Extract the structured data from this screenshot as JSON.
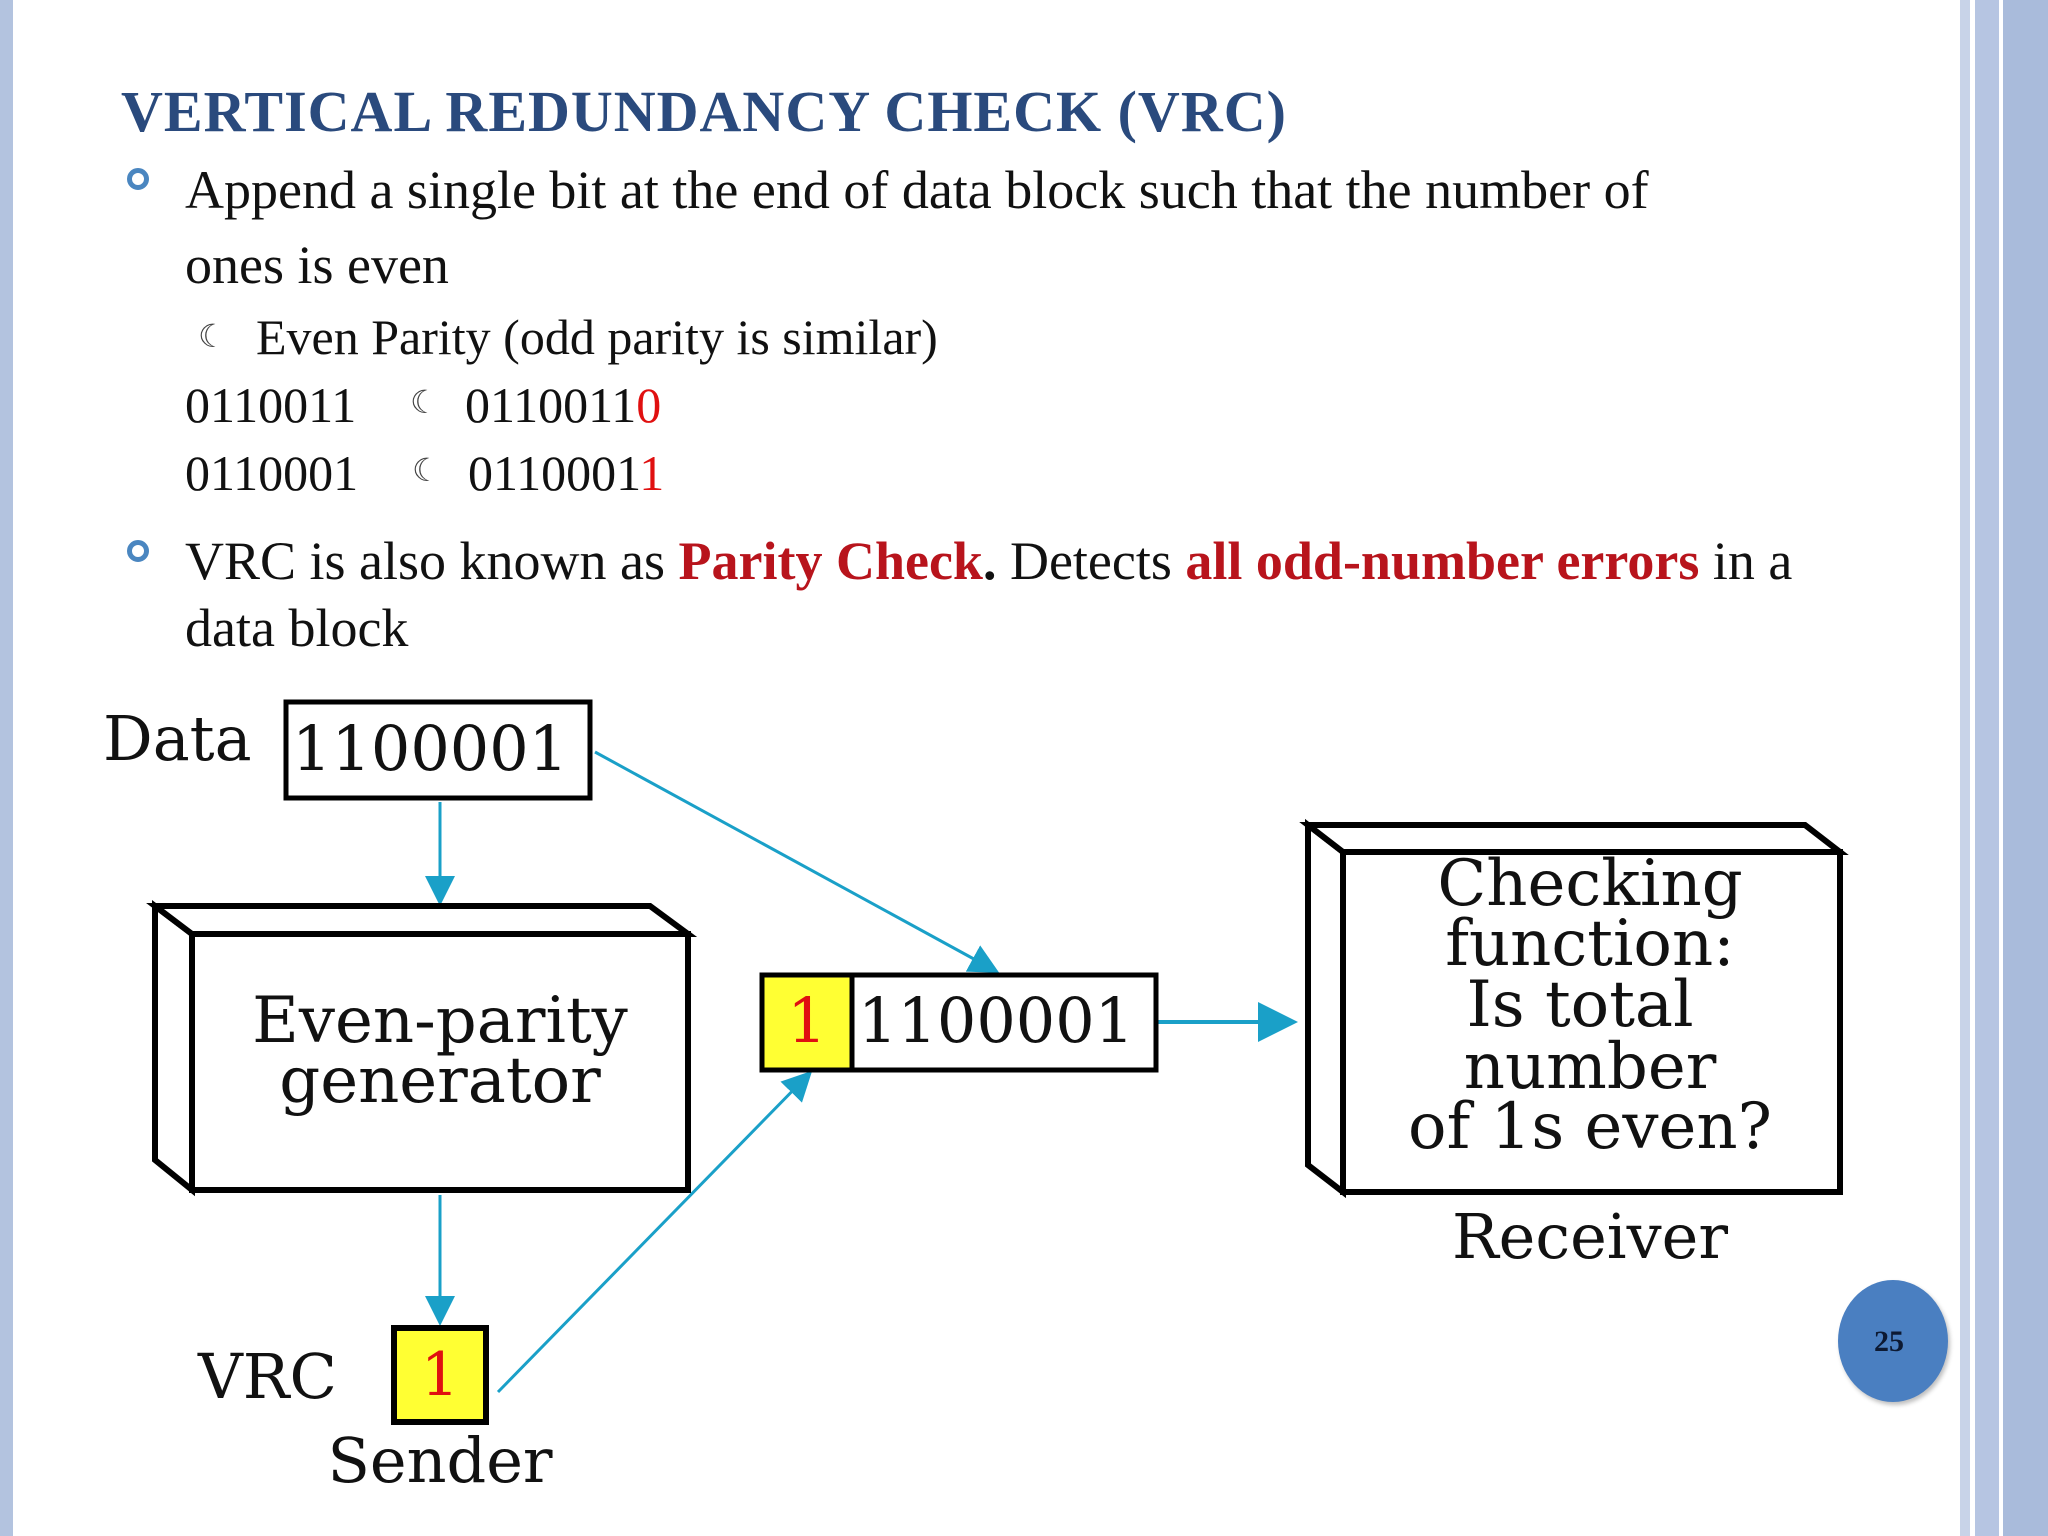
{
  "title": "VERTICAL REDUNDANCY CHECK (VRC)",
  "bullet1": {
    "line1": "Append a single bit at the end of data block such that the number of",
    "line2": "ones is even",
    "sub_bullet_icon": "crescent-arrow-icon",
    "sub_bullet": "Even Parity (odd parity is similar)",
    "examples": [
      {
        "input": "0110011",
        "output_prefix": "0110011",
        "parity_bit": "0"
      },
      {
        "input": "0110001",
        "output_prefix": "0110001",
        "parity_bit": "1"
      }
    ]
  },
  "bullet2": {
    "part1": "VRC is also known as ",
    "emph1": "Parity Check",
    "part2": ".",
    "part3": " Detects ",
    "emph2": "all odd-number errors",
    "part4": " in a",
    "line2": "data block"
  },
  "diagram": {
    "data_label": "Data",
    "data_bits": "1100001",
    "generator_line1": "Even-parity",
    "generator_line2": "generator",
    "vrc_label": "VRC",
    "vrc_bit": "1",
    "sender_label": "Sender",
    "frame_parity": "1",
    "frame_data": "1100001",
    "check_line1": "Checking",
    "check_line2": "function:",
    "check_line3": "Is total",
    "check_line4": "number",
    "check_line5": "of 1s even?",
    "receiver_label": "Receiver"
  },
  "page_number": "25",
  "colors": {
    "title": "#2a4a7d",
    "emphasis": "#b8141c",
    "parity_red": "#e01010",
    "arrow": "#1aa0c8",
    "highlight": "#ffff33",
    "badge": "#4a7fc1"
  }
}
